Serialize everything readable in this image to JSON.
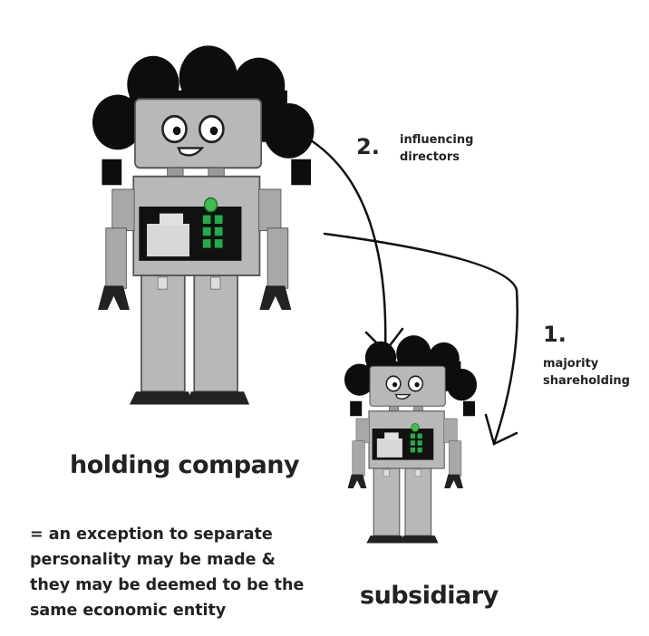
{
  "entities": {
    "holding": {
      "label": "holding company"
    },
    "subsidiary": {
      "label": "subsidiary"
    }
  },
  "relations": [
    {
      "number": "1.",
      "text_lines": [
        "majority",
        "shareholding"
      ]
    },
    {
      "number": "2.",
      "text_lines": [
        "influencing",
        "directors"
      ]
    }
  ],
  "note": {
    "lines": [
      "= an exception to separate",
      "personality may be made &",
      "they may be deemed to be the",
      "same economic entity"
    ]
  },
  "colors": {
    "robot_body": "#b3b3b3",
    "robot_dark": "#0d0d0d",
    "screen_green": "#1fae4a",
    "text": "#222222"
  }
}
